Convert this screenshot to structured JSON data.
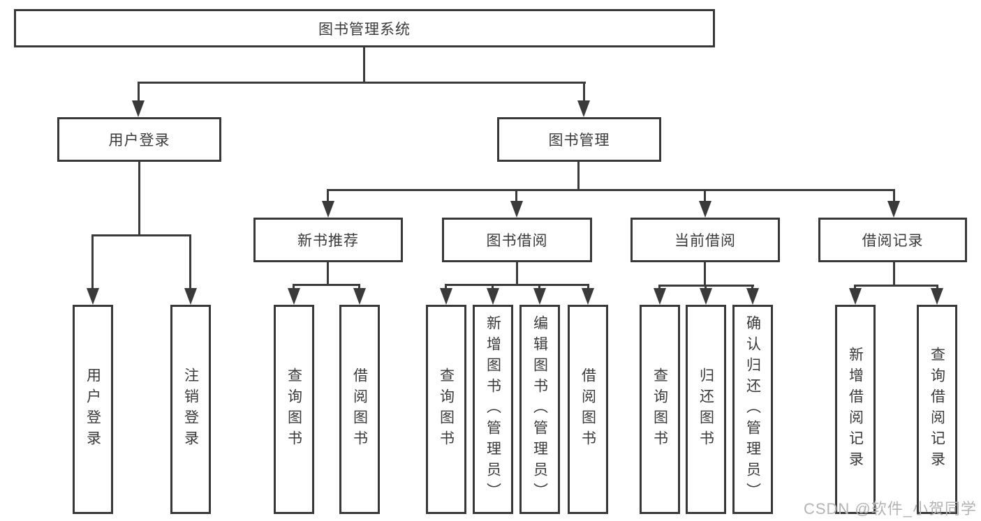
{
  "diagram": {
    "root": "图书管理系统",
    "level2": [
      "用户登录",
      "图书管理"
    ],
    "level3": [
      "新书推荐",
      "图书借阅",
      "当前借阅",
      "借阅记录"
    ],
    "leaves": {
      "user_login": [
        "用户登录",
        "注销登录"
      ],
      "new_book_recommend": [
        "查询图书",
        "借阅图书"
      ],
      "book_borrow": [
        "查询图书",
        "新增图书（管理员）",
        "编辑图书（管理员）",
        "借阅图书"
      ],
      "current_borrow": [
        "查询图书",
        "归还图书",
        "确认归还（管理员）"
      ],
      "borrow_records": [
        "新增借阅记录",
        "查询借阅记录"
      ]
    }
  },
  "watermark": "CSDN @软件_小贺同学",
  "colors": {
    "line": "#3a3a3a",
    "text": "#3a3a3a",
    "watermark": "#b3b3b3",
    "background": "#ffffff"
  }
}
